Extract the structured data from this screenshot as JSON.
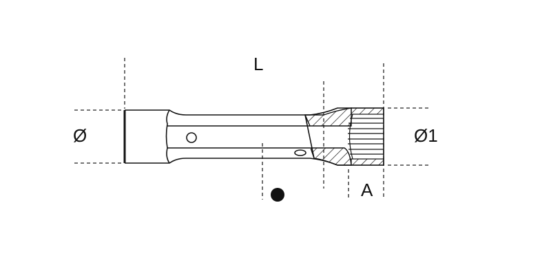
{
  "labels": {
    "length": "L",
    "diameter": "Ø",
    "diameter1": "Ø1",
    "a": "A"
  },
  "colors": {
    "line": "#111111",
    "background": "#ffffff"
  }
}
